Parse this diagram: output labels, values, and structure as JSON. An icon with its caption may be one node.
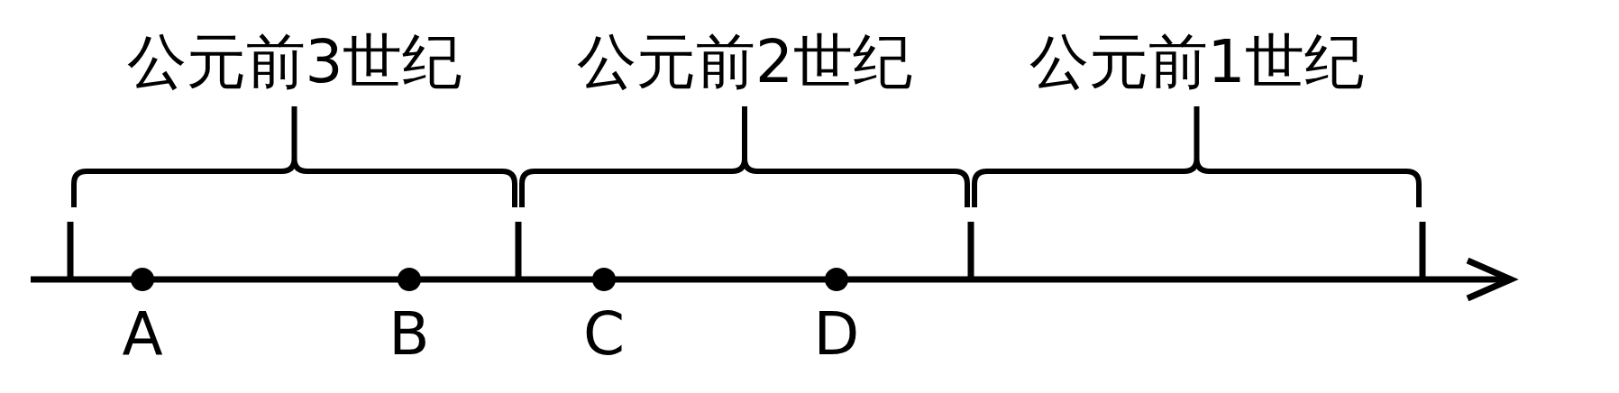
{
  "diagram": {
    "labels": [
      "公元前3世纪",
      "公元前2世纪",
      "公元前1世纪",
      "A",
      "B",
      "C",
      "D"
    ]
  }
}
